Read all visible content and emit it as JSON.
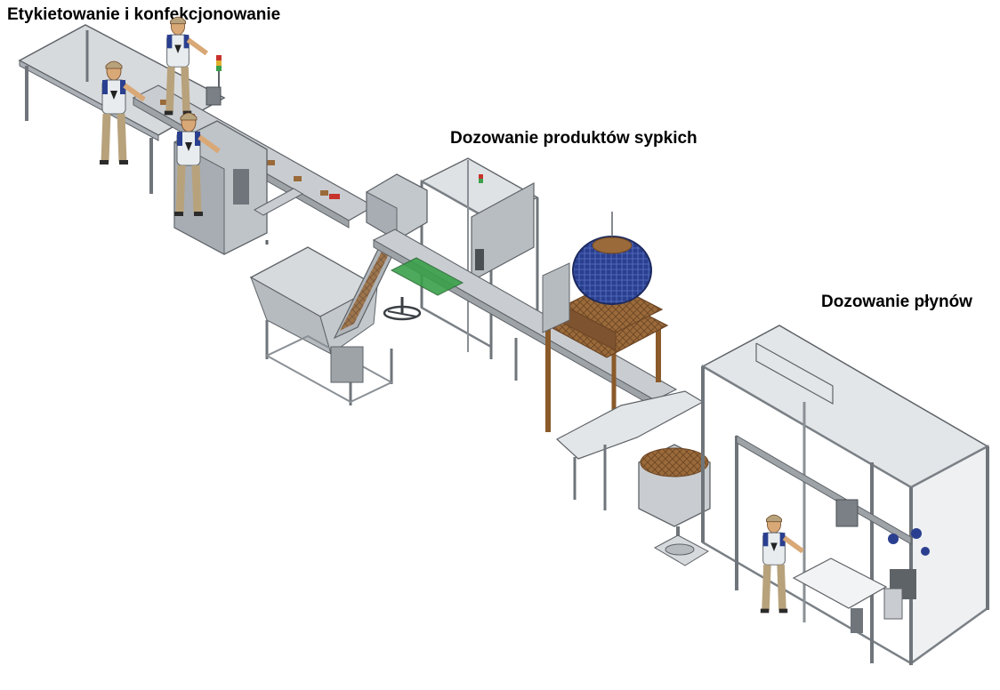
{
  "labels": {
    "labeling": "Etykietowanie i konfekcjonowanie",
    "dry_dosing": "Dozowanie produktów sypkich",
    "liquid_dosing": "Dozowanie płynów"
  },
  "colors": {
    "frame": "#9ea3a8",
    "frame_dark": "#5e6368",
    "panel": "#c9cdd1",
    "panel_light": "#e3e6e8",
    "wood": "#9a6a3a",
    "wood_dark": "#6b4525",
    "blue": "#2a3f8f",
    "green": "#3aa04a",
    "red": "#c8322d",
    "skin": "#d9a877",
    "pants": "#b8a27c",
    "shirt": "#e8ecef"
  }
}
